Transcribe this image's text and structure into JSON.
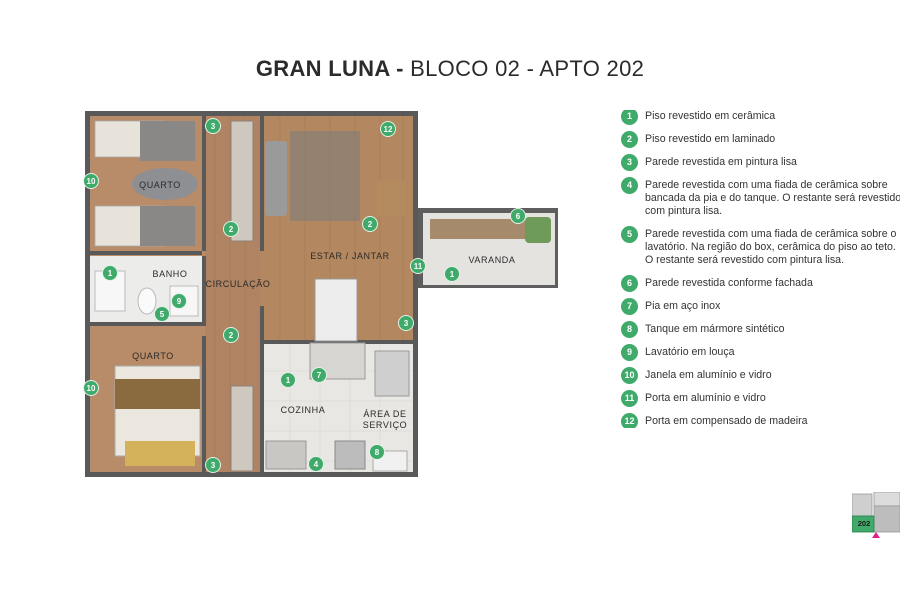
{
  "title": {
    "bold": "GRAN LUNA -",
    "light": " BLOCO 02 - APTO 202"
  },
  "rooms": {
    "quarto_top": "QUARTO",
    "banho": "BANHO",
    "circulacao": "CIRCULAÇÃO",
    "estar_jantar": "ESTAR / JANTAR",
    "varanda": "VARANDA",
    "quarto_bottom": "QUARTO",
    "cozinha": "COZINHA",
    "area_servico_1": "ÁREA DE",
    "area_servico_2": "SERVIÇO"
  },
  "markers": [
    "3",
    "12",
    "10",
    "2",
    "2",
    "1",
    "11",
    "1",
    "6",
    "9",
    "5",
    "2",
    "3",
    "10",
    "1",
    "7",
    "3",
    "4",
    "8"
  ],
  "legend": [
    {
      "num": "1",
      "lines": [
        "Piso revestido em cerâmica"
      ]
    },
    {
      "num": "2",
      "lines": [
        "Piso revestido em laminado"
      ]
    },
    {
      "num": "3",
      "lines": [
        "Parede revestida em pintura lisa"
      ]
    },
    {
      "num": "4",
      "lines": [
        "Parede revestida com uma fiada de cerâmica sobre",
        "bancada da pia e do tanque. O restante será revestido",
        "com pintura lisa."
      ]
    },
    {
      "num": "5",
      "lines": [
        "Parede revestida com uma fiada de cerâmica sobre o",
        "lavatório. Na região do box, cerâmica do piso ao teto.",
        "O restante será revestido com pintura lisa."
      ]
    },
    {
      "num": "6",
      "lines": [
        "Parede revestida conforme fachada"
      ]
    },
    {
      "num": "7",
      "lines": [
        "Pia em aço inox"
      ]
    },
    {
      "num": "8",
      "lines": [
        "Tanque em mármore sintético"
      ]
    },
    {
      "num": "9",
      "lines": [
        "Lavatório em louça"
      ]
    },
    {
      "num": "10",
      "lines": [
        "Janela em alumínio e vidro"
      ]
    },
    {
      "num": "11",
      "lines": [
        "Porta em alumínio e vidro"
      ]
    },
    {
      "num": "12",
      "lines": [
        "Porta em compensado de madeira"
      ]
    }
  ],
  "keyplan": {
    "unit": "202",
    "accent": "#3faa6a",
    "arrow_color": "#e0218a"
  },
  "colors": {
    "marker": "#3faa6a",
    "wood": "#b08462",
    "tile": "#e9e8e4",
    "wall": "#5a5a5a"
  }
}
